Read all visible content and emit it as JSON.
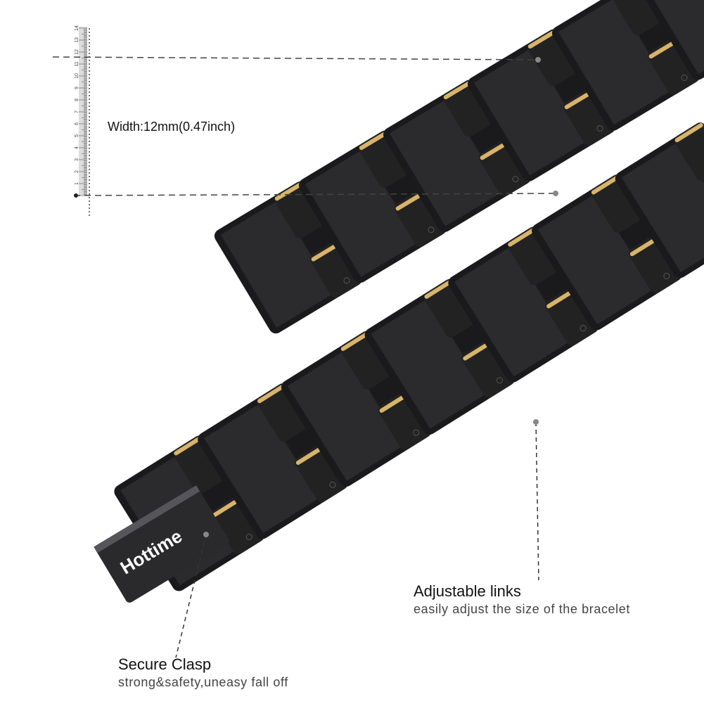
{
  "colors": {
    "link_black": "#1a1a1c",
    "gold": "#d8b46a",
    "line": "#555555"
  },
  "ruler": {
    "labels": [
      "1",
      "2",
      "3",
      "4",
      "5",
      "6",
      "7",
      "8",
      "9",
      "10",
      "11",
      "12",
      "13",
      "14"
    ]
  },
  "measurement": {
    "width_label": "Width:12mm(0.47inch)"
  },
  "logo": {
    "brand": "Hottime"
  },
  "callouts": {
    "links": {
      "title": "Adjustable links",
      "subtitle": "easily adjust the size of the bracelet"
    },
    "clasp": {
      "title": "Secure Clasp",
      "subtitle": "strong&safety,uneasy fall off"
    }
  }
}
